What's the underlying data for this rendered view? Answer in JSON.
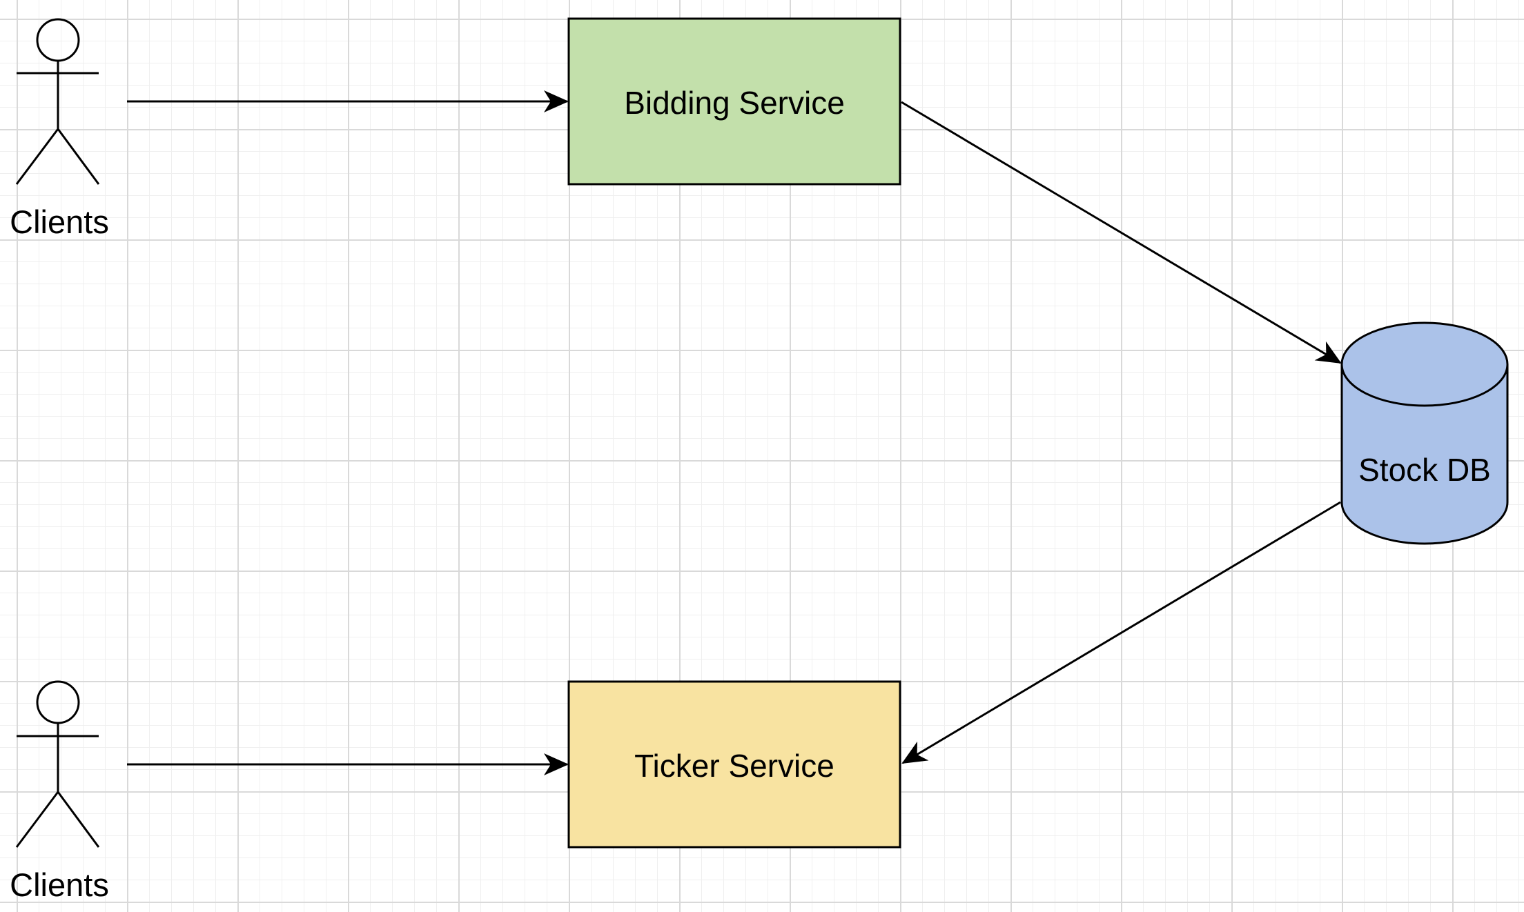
{
  "actors": {
    "top": {
      "label": "Clients"
    },
    "bottom": {
      "label": "Clients"
    }
  },
  "nodes": {
    "bidding": {
      "label": "Bidding Service",
      "fill": "#c3e0ab"
    },
    "ticker": {
      "label": "Ticker Service",
      "fill": "#f8e3a1"
    },
    "stock_db": {
      "label": "Stock DB",
      "fill": "#abc2e9"
    }
  },
  "stroke_color": "#000000"
}
